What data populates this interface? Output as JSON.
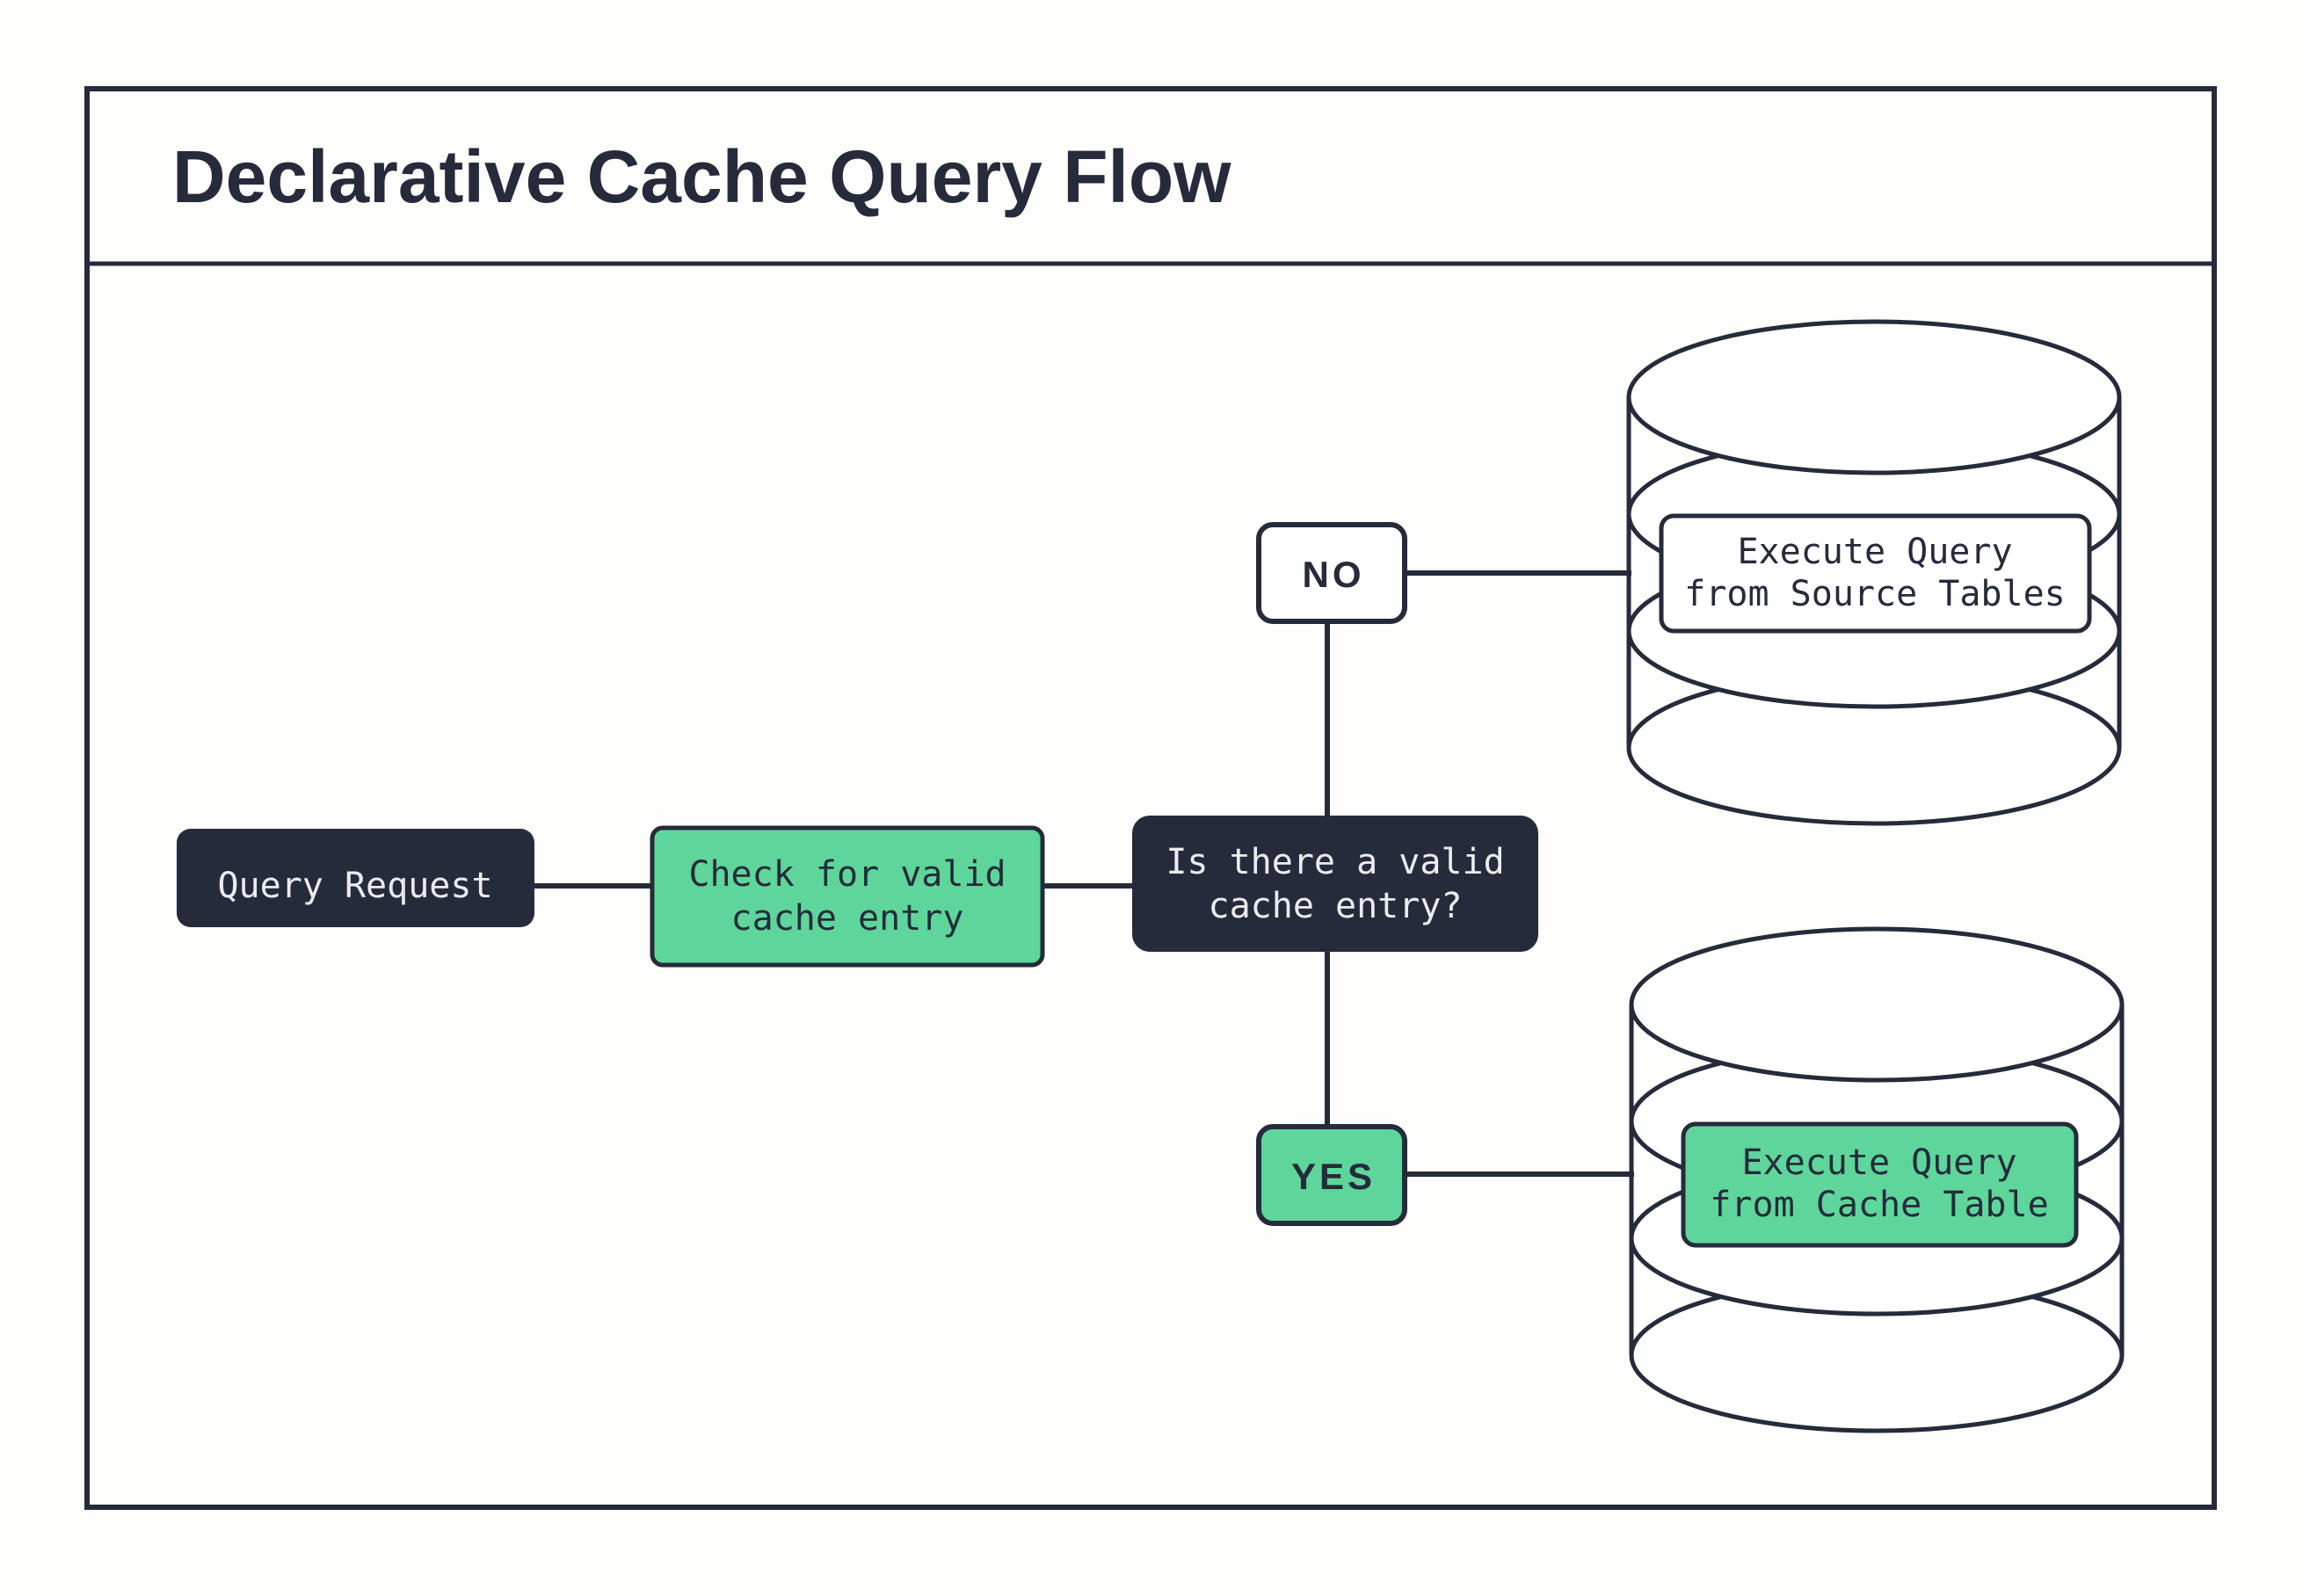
{
  "title": "Declarative Cache Query Flow",
  "colors": {
    "navy": "#252b3b",
    "green": "#5ed69b",
    "paper": "#fdfdfc",
    "ink-light": "#ebecee"
  },
  "nodes": {
    "query_request": {
      "label": "Query Request"
    },
    "check_cache": {
      "lines": [
        "Check for valid",
        "cache entry"
      ]
    },
    "decision": {
      "lines": [
        "Is there a valid",
        "cache entry?"
      ]
    },
    "no_branch": {
      "label": "NO"
    },
    "yes_branch": {
      "label": "YES"
    },
    "source_db": {
      "lines": [
        "Execute Query",
        "from Source Tables"
      ]
    },
    "cache_db": {
      "lines": [
        "Execute Query",
        "from Cache Table"
      ]
    }
  }
}
